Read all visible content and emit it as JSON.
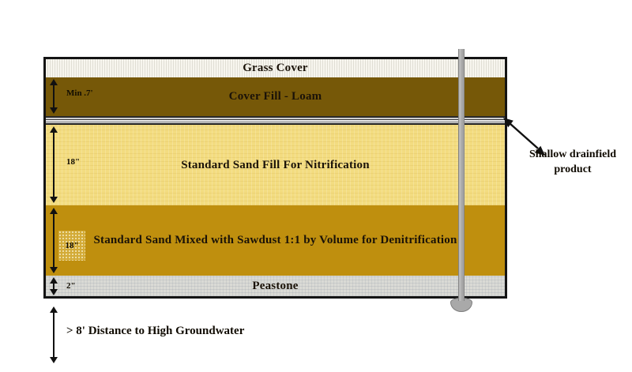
{
  "diagram": {
    "layers": [
      {
        "id": "grass-cover",
        "label": "Grass Cover",
        "dimension": ""
      },
      {
        "id": "cover-fill-loam",
        "label": "Cover Fill - Loam",
        "dimension": "Min .7'"
      },
      {
        "id": "drainfield-product",
        "label": "",
        "dimension": ""
      },
      {
        "id": "nitrification-sand",
        "label": "Standard Sand Fill For Nitrification",
        "dimension": "18\""
      },
      {
        "id": "denitrification-sand",
        "label": "Standard Sand Mixed with Sawdust 1:1 by Volume for Denitrification",
        "dimension": "18\""
      },
      {
        "id": "peastone",
        "label": "Peastone",
        "dimension": "2\""
      }
    ],
    "callout": {
      "line1": "Shallow drainfield",
      "line2": "product"
    },
    "groundwater_note": "> 8' Distance to High Groundwater",
    "colors": {
      "loam": "#765808",
      "nitrification": "#f3dc80",
      "denitrification": "#bf8f0e",
      "peastone": "#dadad5",
      "pipe": "#a9a9a9",
      "border": "#141414"
    }
  }
}
